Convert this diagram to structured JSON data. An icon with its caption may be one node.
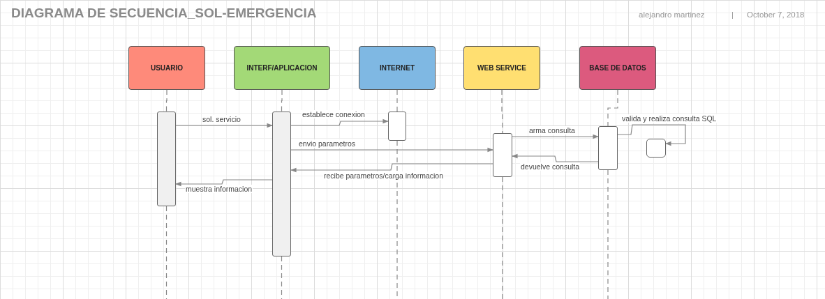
{
  "diagram": {
    "title": "DIAGRAMA DE SECUENCIA_SOL-EMERGENCIA",
    "nodes": [
      {
        "text": [
          "USUARIO"
        ]
      },
      {
        "text": [
          "INTERF/APLICACION"
        ]
      },
      {
        "text": [
          "INTERNET"
        ]
      },
      {
        "text": [
          "WEB SERVICE"
        ]
      },
      {
        "text": [
          "BASE DE DATOS"
        ]
      },
      {
        "text": [],
        "shape": "bar"
      },
      {
        "text": [],
        "shape": "bar"
      },
      {
        "text": [],
        "shape": "bar"
      },
      {
        "text": [],
        "shape": "bar"
      },
      {
        "text": [],
        "shape": "bar"
      },
      {
        "text": [],
        "shape": "box"
      }
    ],
    "edges": [
      {
        "from": 5,
        "to": 6,
        "arrow": "to",
        "label": "sol. servicio"
      },
      {
        "from": 6,
        "to": 7,
        "arrow": "to",
        "label": "establece conexion"
      },
      {
        "from": 6,
        "to": 8,
        "arrow": "to",
        "label": "envio parametros"
      },
      {
        "from": 8,
        "to": 9,
        "arrow": "to",
        "label": "arma consulta"
      },
      {
        "from": 9,
        "to": 10,
        "arrow": "to",
        "label": "valida y realiza consulta SQL"
      },
      {
        "from": 9,
        "to": 8,
        "arrow": "to",
        "label": "devuelve consulta"
      },
      {
        "from": 8,
        "to": 6,
        "arrow": "to",
        "label": "recibe parametros/carga informacion"
      },
      {
        "from": 6,
        "to": 5,
        "arrow": "to",
        "label": "muestra informacion"
      },
      {
        "from": 0,
        "to": 5,
        "arrow": "none",
        "style": "dashed"
      },
      {
        "from": 5,
        "to": null,
        "arrow": "none",
        "style": "dashed"
      },
      {
        "from": 1,
        "to": 6,
        "arrow": "none",
        "style": "dashed"
      },
      {
        "from": 6,
        "to": null,
        "arrow": "none",
        "style": "dashed"
      },
      {
        "from": 2,
        "to": 7,
        "arrow": "none",
        "style": "dashed"
      },
      {
        "from": 7,
        "to": null,
        "arrow": "none",
        "style": "dashed"
      },
      {
        "from": 3,
        "to": 8,
        "arrow": "none",
        "style": "dashed"
      },
      {
        "from": 8,
        "to": null,
        "arrow": "none",
        "style": "dashed"
      },
      {
        "from": 4,
        "to": 9,
        "arrow": "none",
        "style": "dashed"
      },
      {
        "from": 9,
        "to": null,
        "arrow": "none",
        "style": "dashed"
      }
    ],
    "labels": [
      "alejandro martinez",
      "|",
      "October 7, 2018"
    ]
  }
}
